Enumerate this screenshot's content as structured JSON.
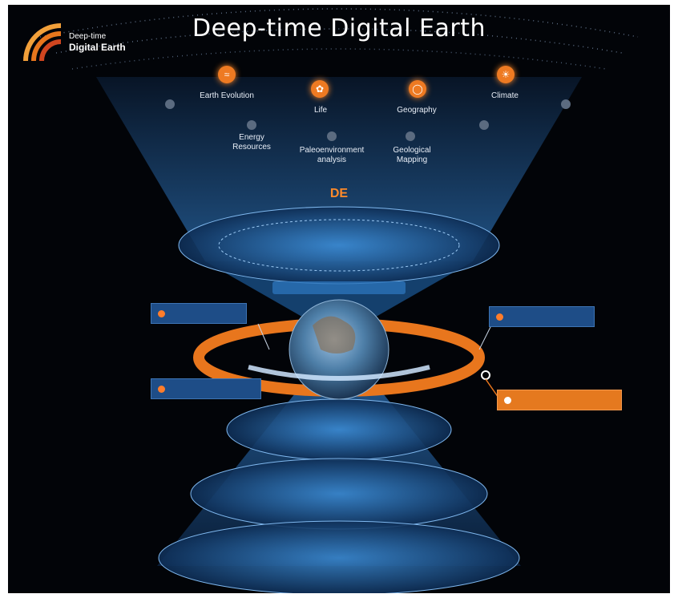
{
  "header": {
    "title": "Deep-time Digital Earth"
  },
  "logo": {
    "line1": "Deep-time",
    "line2": "Digital Earth",
    "line3": "",
    "icon": "ddE-logo-arcs"
  },
  "top_topics": [
    {
      "label": "Earth Evolution",
      "icon": "evolution-icon"
    },
    {
      "label": "Life",
      "icon": "life-icon"
    },
    {
      "label": "Geography",
      "icon": "geography-icon"
    },
    {
      "label": "Climate",
      "icon": "climate-icon"
    }
  ],
  "sub_topics": [
    {
      "label": "",
      "label2": "",
      "icon": "node-icon"
    },
    {
      "label": "Energy",
      "label2": "Resources",
      "icon": "node-icon"
    },
    {
      "label": "Paleoenvironment",
      "label2": "analysis",
      "icon": "node-icon"
    },
    {
      "label": "Geological",
      "label2": "Mapping",
      "icon": "node-icon"
    },
    {
      "label": "",
      "label2": "",
      "icon": "node-icon"
    },
    {
      "label": "",
      "label2": "",
      "icon": "node-icon"
    }
  ],
  "upper_disk": {
    "center_icon": "DE",
    "center_title": "",
    "center_sub": "",
    "left": "",
    "right": "",
    "inner_left": "",
    "inner_right": "",
    "side_left": "",
    "side_right": "",
    "banner": ""
  },
  "boxes": {
    "left_top": "",
    "right_top": "",
    "left_bottom": "",
    "right_bottom": ""
  },
  "earth": {
    "label": ""
  },
  "lower_disks": [
    {
      "title": "",
      "left": "",
      "middle": "",
      "right": ""
    },
    {
      "title": "",
      "left": "",
      "middle": "",
      "right": ""
    },
    {
      "title": "",
      "left": "",
      "middle": "",
      "right": ""
    }
  ],
  "colors": {
    "accent": "#ee7a22",
    "ring": "#e8761d",
    "beam": "#1a4f86",
    "box": "#1e4d87"
  }
}
